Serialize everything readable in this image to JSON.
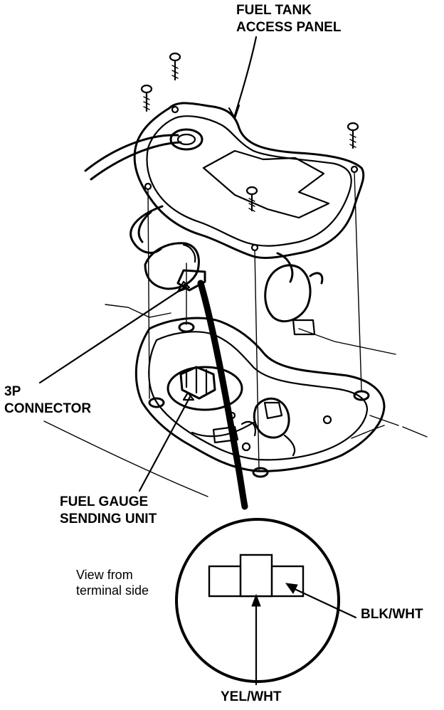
{
  "labels": {
    "access_panel_line1": "FUEL TANK",
    "access_panel_line2": "ACCESS PANEL",
    "connector_line1": "3P",
    "connector_line2": "CONNECTOR",
    "sending_unit_line1": "FUEL GAUGE",
    "sending_unit_line2": "SENDING UNIT",
    "view_line1": "View from",
    "view_line2": "terminal side",
    "wire_right": "BLK/WHT",
    "wire_bottom": "YEL/WHT"
  }
}
